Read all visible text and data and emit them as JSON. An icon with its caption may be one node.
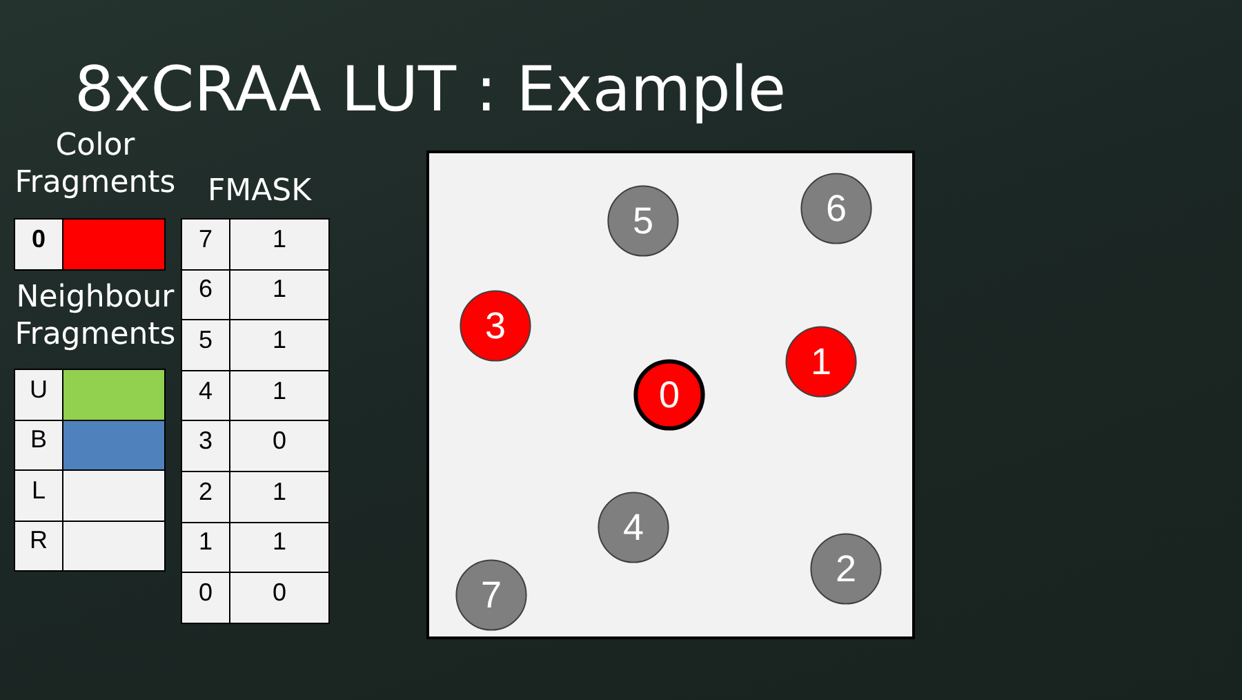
{
  "diagram": {
    "title": "8xCRAA LUT : Example",
    "nodes": [
      {
        "text": [],
        "shape": "box"
      },
      {
        "text": [
          "0"
        ],
        "in": 0
      },
      {
        "text": [
          "1"
        ],
        "in": 0
      },
      {
        "text": [
          "2"
        ],
        "in": 0
      },
      {
        "text": [
          "3"
        ],
        "in": 0
      },
      {
        "text": [
          "4"
        ],
        "in": 0
      },
      {
        "text": [
          "5"
        ],
        "in": 0
      },
      {
        "text": [
          "6"
        ],
        "in": 0
      },
      {
        "text": [
          "7"
        ],
        "in": 0
      }
    ],
    "labels": [
      "Color Fragments",
      "Neighbour Fragments",
      "FMASK",
      "7",
      "1",
      "6",
      "1",
      "5",
      "1",
      "4",
      "1",
      "3",
      "0",
      "2",
      "1",
      "1",
      "1",
      "0",
      "0"
    ],
    "legend": [
      {
        "text": "0",
        "color": "#ff0000"
      },
      {
        "text": "U",
        "color": "#92d050"
      },
      {
        "text": "B",
        "color": "#4f81bd"
      },
      {
        "text": "L"
      },
      {
        "text": "R"
      }
    ]
  }
}
